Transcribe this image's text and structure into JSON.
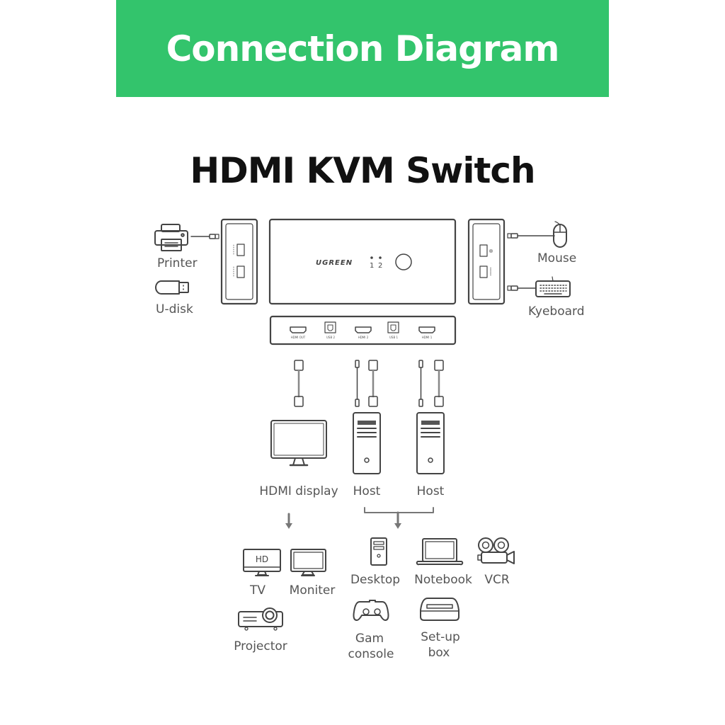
{
  "banner": {
    "title": "Connection Diagram",
    "color": "#33c46c"
  },
  "product": {
    "title": "HDMI KVM Switch"
  },
  "device": {
    "brand": "UGREEN",
    "indicators": [
      "1",
      "2"
    ],
    "rear_ports": [
      "HDMI OUT",
      "USB 2",
      "HDMI 2",
      "USB 1",
      "HDMI 1"
    ]
  },
  "left_peripherals": [
    {
      "icon": "printer-icon",
      "label": "Printer"
    },
    {
      "icon": "usb-disk-icon",
      "label": "U-disk"
    }
  ],
  "right_peripherals": [
    {
      "icon": "mouse-icon",
      "label": "Mouse"
    },
    {
      "icon": "keyboard-icon",
      "label": "Kyeboard"
    }
  ],
  "connected": [
    {
      "icon": "monitor-icon",
      "label": "HDMI display"
    },
    {
      "icon": "pc-tower-icon",
      "label": "Host"
    },
    {
      "icon": "pc-tower-icon",
      "label": "Host"
    }
  ],
  "display_devices": [
    {
      "icon": "tv-icon",
      "label": "TV",
      "screen_text": "HD"
    },
    {
      "icon": "monitor-icon",
      "label": "Moniter"
    },
    {
      "icon": "projector-icon",
      "label": "Projector"
    }
  ],
  "host_devices": [
    {
      "icon": "desktop-icon",
      "label": "Desktop"
    },
    {
      "icon": "laptop-icon",
      "label": "Notebook"
    },
    {
      "icon": "camera-icon",
      "label": "VCR"
    },
    {
      "icon": "gamepad-icon",
      "label_line1": "Gam",
      "label_line2": "console"
    },
    {
      "icon": "set-top-box-icon",
      "label_line1": "Set-up",
      "label_line2": "box"
    }
  ]
}
